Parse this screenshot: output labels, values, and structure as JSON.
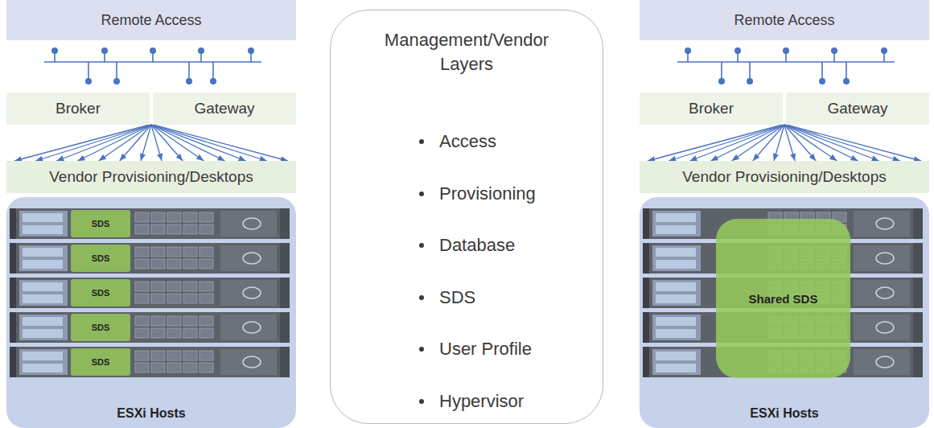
{
  "diagram": {
    "nodes": [
      {
        "text": [
          "Remote Access"
        ]
      },
      {
        "text": [
          "Broker"
        ]
      },
      {
        "text": [
          "Gateway"
        ]
      },
      {
        "text": [
          "Vendor Provisioning/Desktops"
        ]
      },
      {
        "text": [
          "ESXi Hosts"
        ]
      },
      {
        "text": [
          "SDS"
        ],
        "in": 4
      },
      {
        "text": [
          "SDS"
        ],
        "in": 4
      },
      {
        "text": [
          "SDS"
        ],
        "in": 4
      },
      {
        "text": [
          "SDS"
        ],
        "in": 4
      },
      {
        "text": [
          "SDS"
        ],
        "in": 4
      },
      {
        "text": [
          "Management/Vendor Layers",
          "Access",
          "Provisioning",
          "Database",
          "SDS",
          "User Profile",
          "Hypervisor"
        ]
      },
      {
        "text": [
          "Remote Access"
        ]
      },
      {
        "text": [
          "Broker"
        ]
      },
      {
        "text": [
          "Gateway"
        ]
      },
      {
        "text": [
          "Vendor Provisioning/Desktops"
        ]
      },
      {
        "text": [
          "ESXi Hosts"
        ]
      },
      {
        "text": [
          "Shared SDS"
        ],
        "in": 15
      }
    ],
    "edges": [
      {
        "from": 1,
        "to": 3,
        "arrow": "to"
      },
      {
        "from": 2,
        "to": 3,
        "arrow": "to"
      },
      {
        "from": 12,
        "to": 14,
        "arrow": "to"
      },
      {
        "from": 13,
        "to": 14,
        "arrow": "to"
      }
    ]
  }
}
